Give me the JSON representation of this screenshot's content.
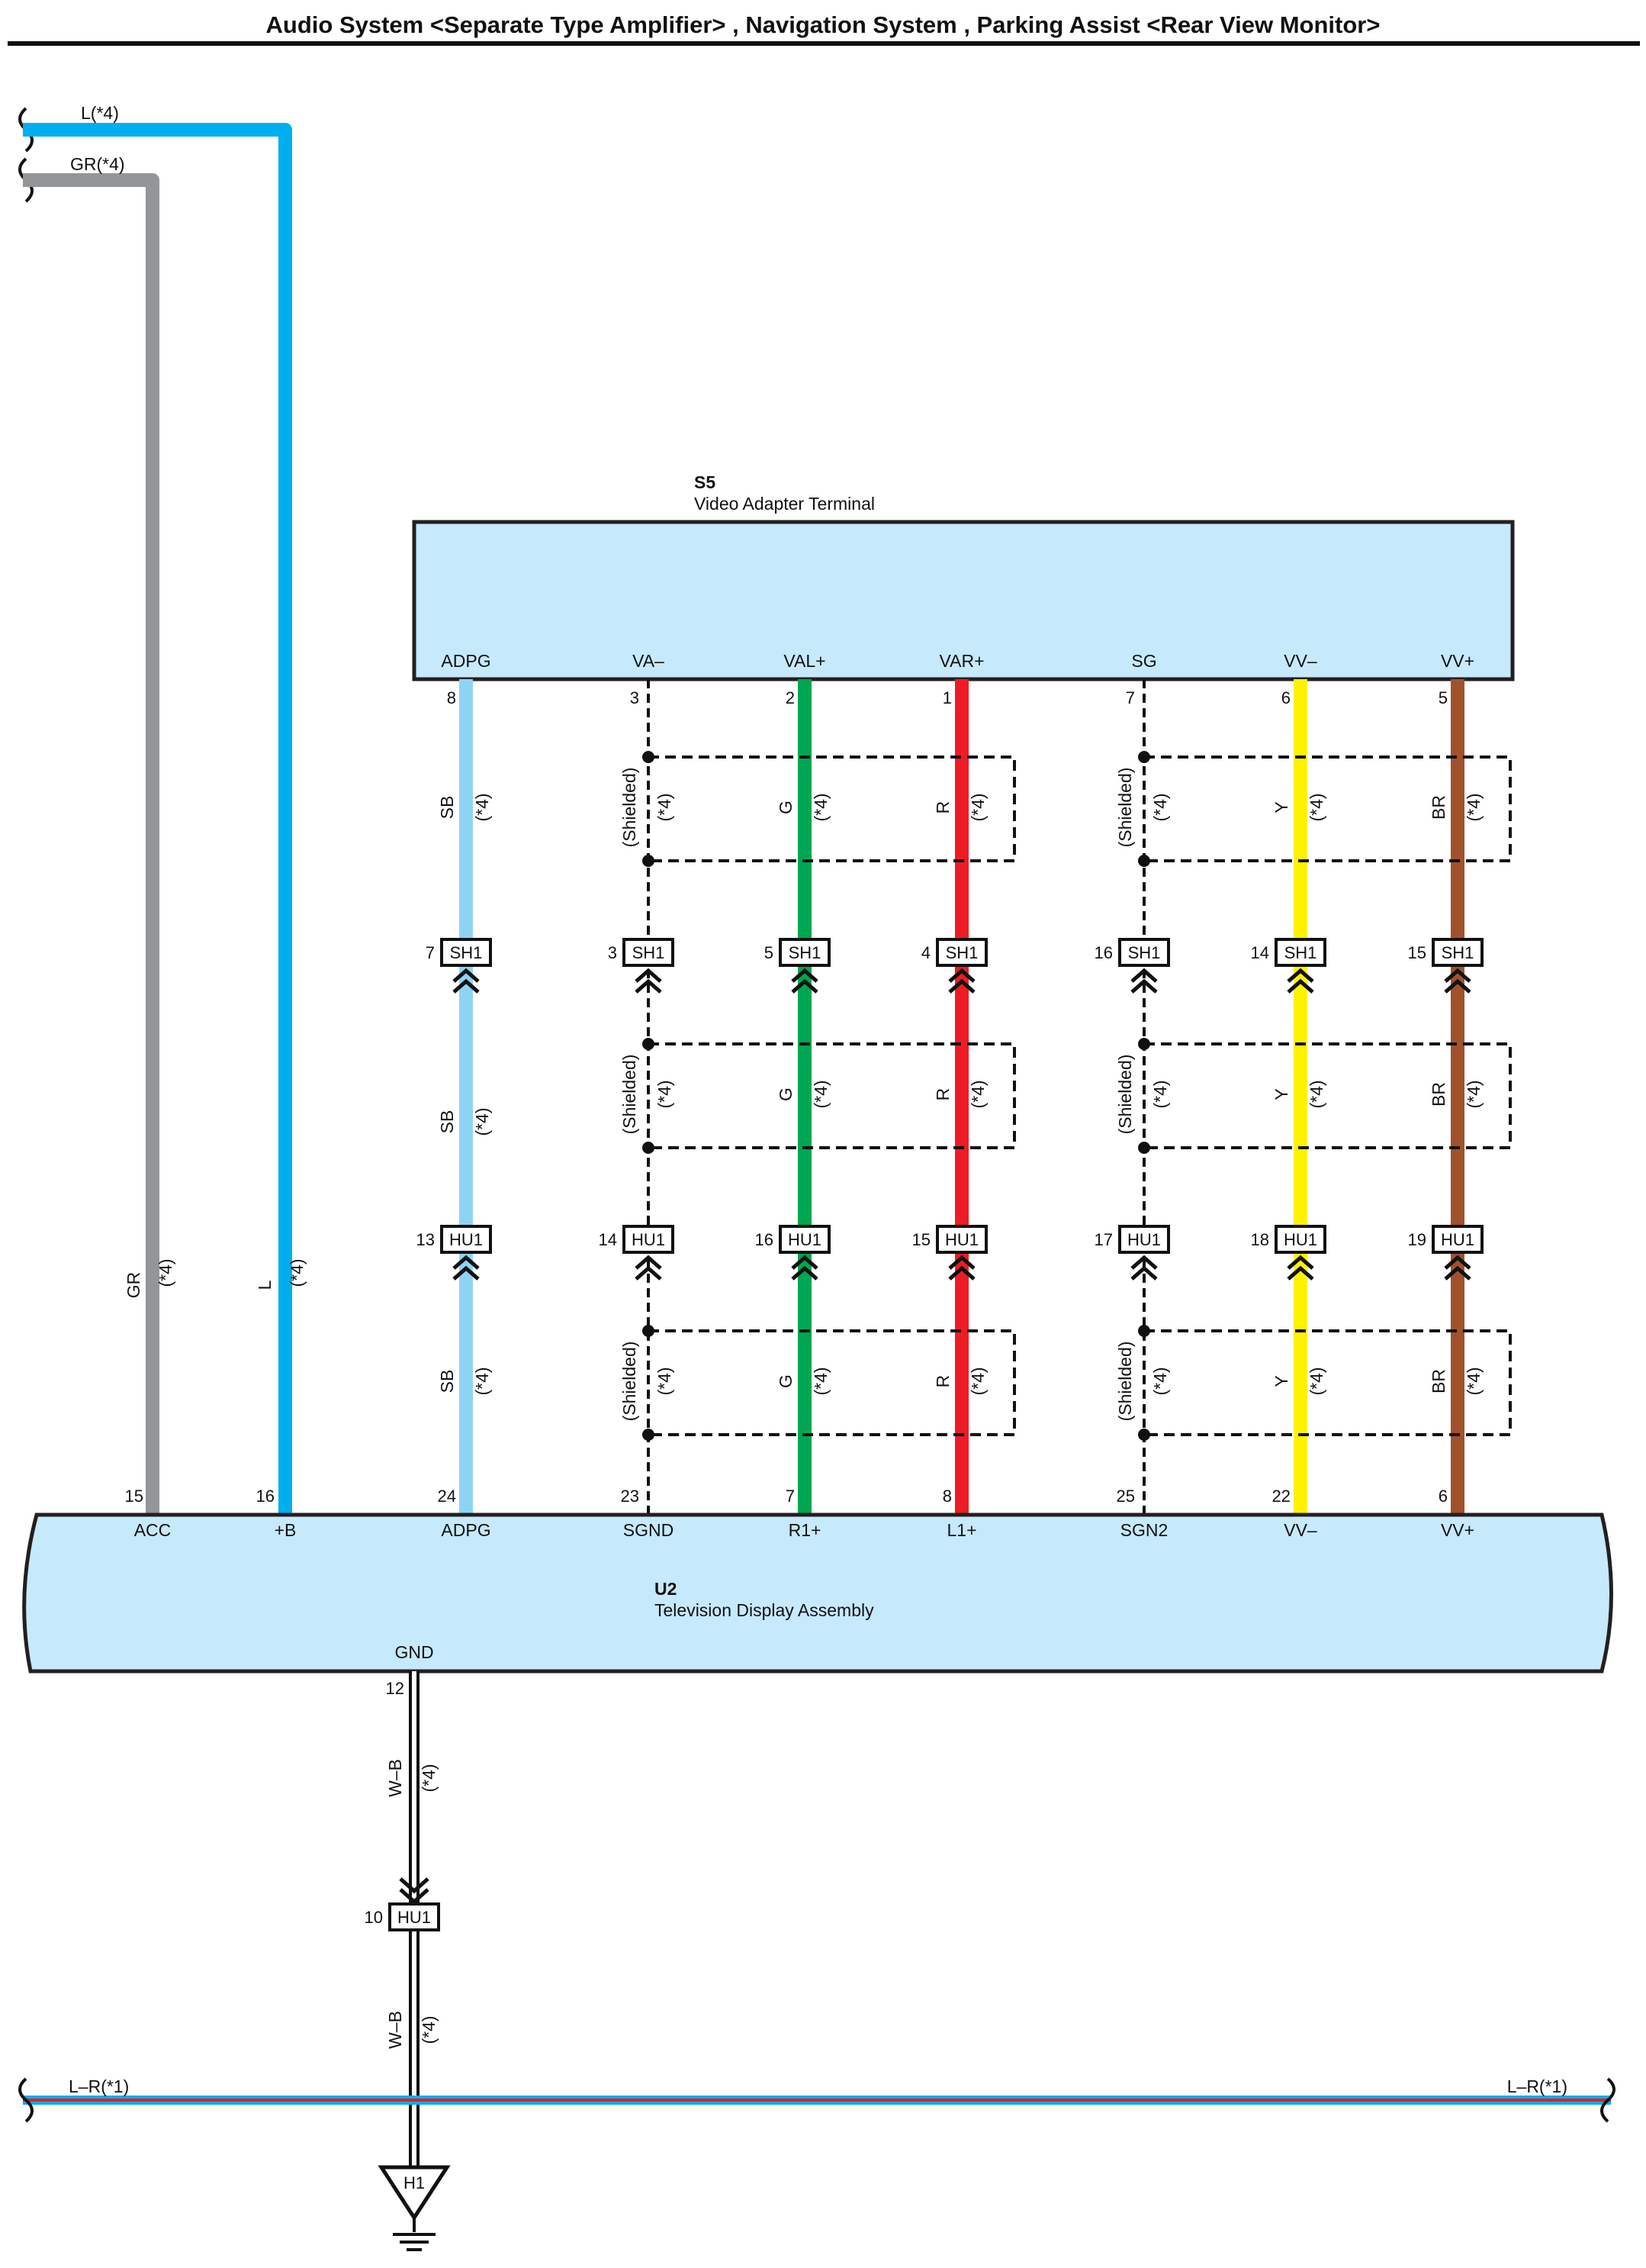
{
  "title": "Audio System <Separate Type Amplifier> , Navigation System , Parking Assist <Rear View Monitor>",
  "colors": {
    "L": "#00aeef",
    "GR": "#939598",
    "SB": "#8fd3f4",
    "G": "#00a651",
    "R": "#ed1c24",
    "Y": "#fff200",
    "BR": "#a0522d",
    "W-B": "#ffffff",
    "box_fill": "#c6e9fb",
    "box_stroke": "#231f20"
  },
  "top_wires": [
    {
      "label": "L(*4)",
      "color": "L"
    },
    {
      "label": "GR(*4)",
      "color": "GR"
    }
  ],
  "s5": {
    "id": "S5",
    "name": "Video Adapter Terminal",
    "terminals": [
      {
        "name": "ADPG",
        "pin": "8"
      },
      {
        "name": "VA–",
        "pin": "3"
      },
      {
        "name": "VAL+",
        "pin": "2"
      },
      {
        "name": "VAR+",
        "pin": "1"
      },
      {
        "name": "SG",
        "pin": "7"
      },
      {
        "name": "VV–",
        "pin": "6"
      },
      {
        "name": "VV+",
        "pin": "5"
      }
    ]
  },
  "u2": {
    "id": "U2",
    "name": "Television Display Assembly",
    "terminals": [
      {
        "name": "ACC",
        "pin": "15"
      },
      {
        "name": "+B",
        "pin": "16"
      },
      {
        "name": "ADPG",
        "pin": "24"
      },
      {
        "name": "SGND",
        "pin": "23"
      },
      {
        "name": "R1+",
        "pin": "7"
      },
      {
        "name": "L1+",
        "pin": "8"
      },
      {
        "name": "SGN2",
        "pin": "25"
      },
      {
        "name": "VV–",
        "pin": "22"
      },
      {
        "name": "VV+",
        "pin": "6"
      }
    ],
    "gnd": {
      "name": "GND",
      "pin": "12"
    }
  },
  "wires": [
    {
      "key": "acc",
      "color": "GR",
      "label": "GR",
      "note": "(*4)"
    },
    {
      "key": "b",
      "color": "L",
      "label": "L",
      "note": "(*4)"
    },
    {
      "key": "adpg",
      "color": "SB",
      "label": "SB",
      "note": "(*4)"
    },
    {
      "key": "va",
      "color": "shield",
      "label": "(Shielded)",
      "note": "(*4)"
    },
    {
      "key": "val",
      "color": "G",
      "label": "G",
      "note": "(*4)"
    },
    {
      "key": "var",
      "color": "R",
      "label": "R",
      "note": "(*4)"
    },
    {
      "key": "sg",
      "color": "shield",
      "label": "(Shielded)",
      "note": "(*4)"
    },
    {
      "key": "vvm",
      "color": "Y",
      "label": "Y",
      "note": "(*4)"
    },
    {
      "key": "vvp",
      "color": "BR",
      "label": "BR",
      "note": "(*4)"
    }
  ],
  "connectors": {
    "sh1": {
      "name": "SH1",
      "pins": [
        "7",
        "3",
        "5",
        "4",
        "16",
        "14",
        "15"
      ]
    },
    "hu1": {
      "name": "HU1",
      "pins": [
        "13",
        "14",
        "16",
        "15",
        "17",
        "18",
        "19"
      ]
    },
    "hu1_gnd": {
      "name": "HU1",
      "pin": "10"
    }
  },
  "ground_wire": {
    "label": "W–B",
    "note": "(*4)"
  },
  "ground_point": "H1",
  "bottom_bus": {
    "left_label": "L–R(*1)",
    "right_label": "L–R(*1)"
  }
}
